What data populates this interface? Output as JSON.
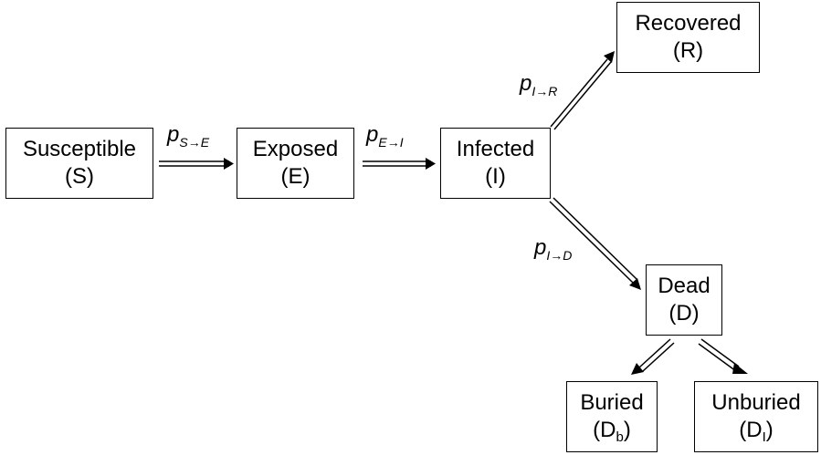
{
  "nodes": {
    "susceptible": {
      "name": "Susceptible",
      "abbr": "S"
    },
    "exposed": {
      "name": "Exposed",
      "abbr": "E"
    },
    "infected": {
      "name": "Infected",
      "abbr": "I"
    },
    "recovered": {
      "name": "Recovered",
      "abbr": "R"
    },
    "dead": {
      "name": "Dead",
      "abbr": "D"
    },
    "buried": {
      "name": "Buried",
      "abbr": "D",
      "sub": "b"
    },
    "unburied": {
      "name": "Unburied",
      "abbr": "D",
      "sub": "I"
    }
  },
  "edges": {
    "s_to_e": {
      "symbol": "p",
      "sub": "S→E"
    },
    "e_to_i": {
      "symbol": "p",
      "sub": "E→I"
    },
    "i_to_r": {
      "symbol": "p",
      "sub": "I→R"
    },
    "i_to_d": {
      "symbol": "p",
      "sub": "I→D"
    }
  },
  "colors": {
    "stroke": "#000000",
    "background": "#ffffff"
  }
}
